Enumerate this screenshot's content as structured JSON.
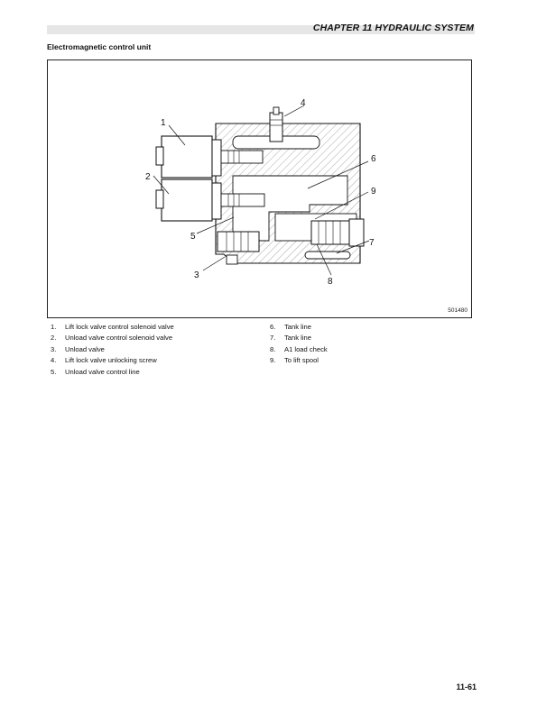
{
  "header": {
    "chapter_title": "CHAPTER 11 HYDRAULIC SYSTEM"
  },
  "section": {
    "title": "Electromagnetic control unit"
  },
  "figure": {
    "id": "501480",
    "callouts": [
      "1",
      "2",
      "3",
      "4",
      "5",
      "6",
      "7",
      "8",
      "9"
    ]
  },
  "legend": {
    "left": [
      {
        "num": "1.",
        "text": "Lift lock valve control solenoid valve"
      },
      {
        "num": "2.",
        "text": "Unload valve control solenoid valve"
      },
      {
        "num": "3.",
        "text": "Unload valve"
      },
      {
        "num": "4.",
        "text": "Lift lock valve unlocking screw"
      },
      {
        "num": "5.",
        "text": "Unload valve control line"
      }
    ],
    "right": [
      {
        "num": "6.",
        "text": "Tank line"
      },
      {
        "num": "7.",
        "text": "Tank line"
      },
      {
        "num": "8.",
        "text": "A1 load check"
      },
      {
        "num": "9.",
        "text": "To lift spool"
      }
    ]
  },
  "footer": {
    "page_number": "11-61"
  }
}
